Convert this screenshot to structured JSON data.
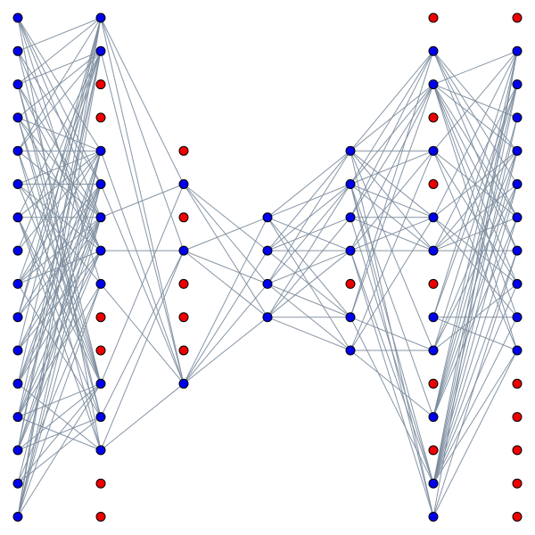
{
  "diagram": {
    "type": "neural-network-connectivity",
    "colors": {
      "background": "#ffffff",
      "edge": "#7a8b9c",
      "active_node": "#0000ee",
      "pruned_node": "#ee0000",
      "node_outline": "#000000"
    },
    "layers": [
      {
        "name": "layer-1",
        "nodes": [
          "active",
          "active",
          "active",
          "active",
          "active",
          "active",
          "active",
          "active",
          "active",
          "active",
          "active",
          "active",
          "active",
          "active",
          "active",
          "active"
        ]
      },
      {
        "name": "layer-2",
        "nodes": [
          "active",
          "active",
          "pruned",
          "pruned",
          "active",
          "active",
          "active",
          "active",
          "active",
          "pruned",
          "pruned",
          "active",
          "active",
          "active",
          "pruned",
          "pruned"
        ]
      },
      {
        "name": "layer-3",
        "nodes": [
          "pruned",
          "active",
          "pruned",
          "active",
          "pruned",
          "pruned",
          "pruned",
          "active"
        ]
      },
      {
        "name": "layer-4",
        "nodes": [
          "active",
          "active",
          "active",
          "active"
        ]
      },
      {
        "name": "layer-5",
        "nodes": [
          "active",
          "active",
          "active",
          "active",
          "pruned",
          "active",
          "active"
        ]
      },
      {
        "name": "layer-6",
        "nodes": [
          "pruned",
          "active",
          "active",
          "pruned",
          "active",
          "pruned",
          "active",
          "active",
          "pruned",
          "active",
          "active",
          "pruned",
          "active",
          "pruned",
          "active",
          "active"
        ]
      },
      {
        "name": "layer-7",
        "nodes": [
          "pruned",
          "active",
          "active",
          "active",
          "active",
          "active",
          "active",
          "active",
          "active",
          "active",
          "active",
          "pruned",
          "pruned",
          "pruned",
          "pruned",
          "pruned"
        ]
      }
    ]
  }
}
